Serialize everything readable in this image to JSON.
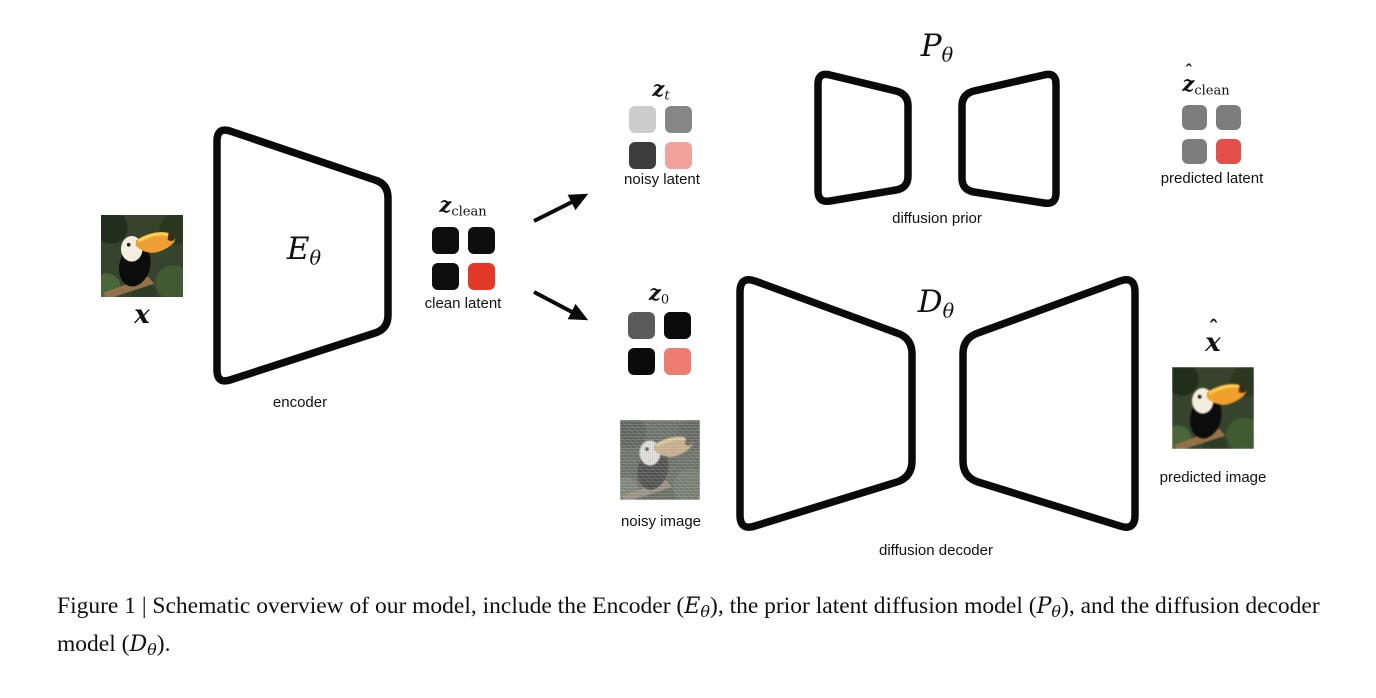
{
  "figure": {
    "caption": {
      "part1": "Figure 1 | Schematic overview of our model, include the Encoder (",
      "enc_base": "E",
      "enc_sub": "θ",
      "part2": "), the prior latent diffusion model (",
      "prior_base": "P",
      "prior_sub": "θ",
      "part3": "), and the diffusion decoder model (",
      "dec_base": "D",
      "dec_sub": "θ",
      "part4": ")."
    }
  },
  "math": {
    "x": {
      "base": "x"
    },
    "x_hat": {
      "hat": "ˆ",
      "base": "x"
    },
    "z_clean": {
      "base": "z",
      "sub": "clean"
    },
    "z_t": {
      "base": "z",
      "sub": "t"
    },
    "z_0": {
      "base": "z",
      "sub": "0"
    },
    "z_hat_clean": {
      "hat": "ˆ",
      "base": "z",
      "sub": "clean"
    },
    "E_theta": {
      "base": "E",
      "sub": "θ"
    },
    "P_theta": {
      "base": "P",
      "sub": "θ"
    },
    "D_theta": {
      "base": "D",
      "sub": "θ"
    }
  },
  "captions": {
    "encoder": "encoder",
    "clean_latent": "clean latent",
    "noisy_latent": "noisy latent",
    "diffusion_prior": "diffusion prior",
    "predicted_latent": "predicted latent",
    "noisy_image": "noisy image",
    "diffusion_decoder": "diffusion decoder",
    "predicted_image": "predicted image"
  },
  "latents": {
    "clean": [
      "#0e0e0e",
      "#0e0e0e",
      "#0e0e0e",
      "#e23a26"
    ],
    "noisy": [
      "#cdcdcd",
      "#878787",
      "#3d3d3d",
      "#f0a29b"
    ],
    "z0": [
      "#5b5b5b",
      "#0b0b0b",
      "#0b0b0b",
      "#ee7d71"
    ],
    "predicted": [
      "#7d7d7d",
      "#7d7d7d",
      "#7d7d7d",
      "#e25049"
    ]
  },
  "colors": {
    "shape_stroke": "#0a0a0a",
    "shape_fill": "#ffffff",
    "accent_red": "#e23a26",
    "accent_salmon": "#ee7d71"
  }
}
